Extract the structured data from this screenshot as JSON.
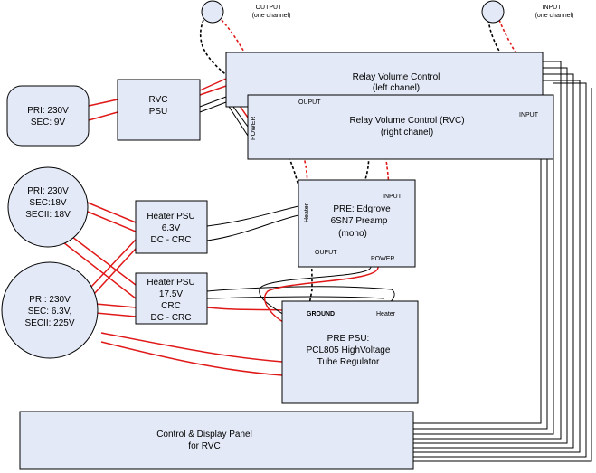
{
  "trafo_rvc": {
    "line1": "PRI: 230V",
    "line2": "SEC: 9V"
  },
  "trafo_heater": {
    "line1": "PRI: 230V",
    "line2": "SEC:18V",
    "line3": "SECII: 18V"
  },
  "trafo_hv": {
    "line1": "PRI: 230V",
    "line2": "SEC: 6.3V,",
    "line3": "SECII: 225V"
  },
  "rvc_psu": {
    "line1": "RVC",
    "line2": "PSU"
  },
  "heater_psu_1": {
    "line1": "Heater PSU",
    "line2": "6.3V",
    "line3": "DC - CRC"
  },
  "heater_psu_2": {
    "line1": "Heater PSU",
    "line2": "17.5V",
    "line3": "CRC",
    "line4": "DC - CRC"
  },
  "rvc_left": {
    "line1": "Relay Volume Control",
    "line2": "(left chanel)"
  },
  "rvc_right": {
    "line1": "Relay Volume Control (RVC)",
    "line2": "(right chanel)",
    "power": "POWER",
    "output": "OUPUT",
    "input": "INPUT"
  },
  "preamp": {
    "line1": "PRE: Edgrove",
    "line2": "6SN7 Preamp",
    "line3": "(mono)",
    "heater": "Heater",
    "input": "INPUT",
    "output": "OUPUT",
    "power": "POWER"
  },
  "pre_psu": {
    "line1": "PRE PSU:",
    "line2": "PCL805 HighVoltage",
    "line3": "Tube Regulator",
    "ground": "GROUND",
    "heater": "Heater"
  },
  "control_panel": {
    "line1": "Control & Display Panel",
    "line2": "for RVC"
  },
  "jack_output": {
    "line1": "OUTPUT",
    "line2": "(one channel)"
  },
  "jack_input": {
    "line1": "INPUT",
    "line2": "(one channel)"
  },
  "colors": {
    "box_fill": "#e3e9f6",
    "wire_red": "#e01818",
    "wire_black": "#000000"
  }
}
